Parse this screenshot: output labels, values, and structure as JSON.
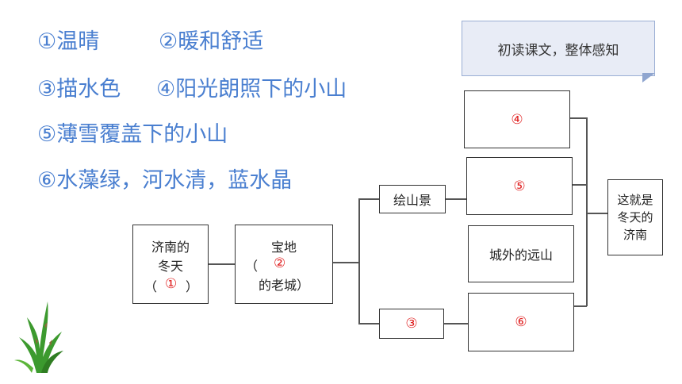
{
  "answers": [
    {
      "text": "①温晴"
    },
    {
      "text": "②暖和舒适"
    },
    {
      "text": "③描水色"
    },
    {
      "text": "④阳光朗照下的小山"
    },
    {
      "text": "⑤薄雪覆盖下的小山"
    },
    {
      "text": "⑥水藻绿，河水清，蓝水晶"
    }
  ],
  "note": {
    "text": "初读课文，整体感知"
  },
  "diagram": {
    "root": {
      "line1": "济南的",
      "line2": "冬天",
      "open": "（",
      "blank": "①",
      "close": "）"
    },
    "treasure": {
      "line1": "宝地",
      "open": "（",
      "blank": "②",
      "line3": "的老城）"
    },
    "mountain_branch": {
      "label": "绘山景"
    },
    "water_branch": {
      "blank": "③"
    },
    "mountain_items": [
      {
        "blank": "④"
      },
      {
        "blank": "⑤"
      },
      {
        "label": "城外的远山"
      }
    ],
    "water_item": {
      "blank": "⑥"
    },
    "conclusion": {
      "line1": "这就是",
      "line2": "冬天的",
      "line3": "济南"
    }
  },
  "colors": {
    "answer_text": "#4a7fd0",
    "blank_text": "#e02020",
    "note_bg": "#e8ecf6"
  },
  "icons": {
    "decoration": "seaweed-icon"
  }
}
